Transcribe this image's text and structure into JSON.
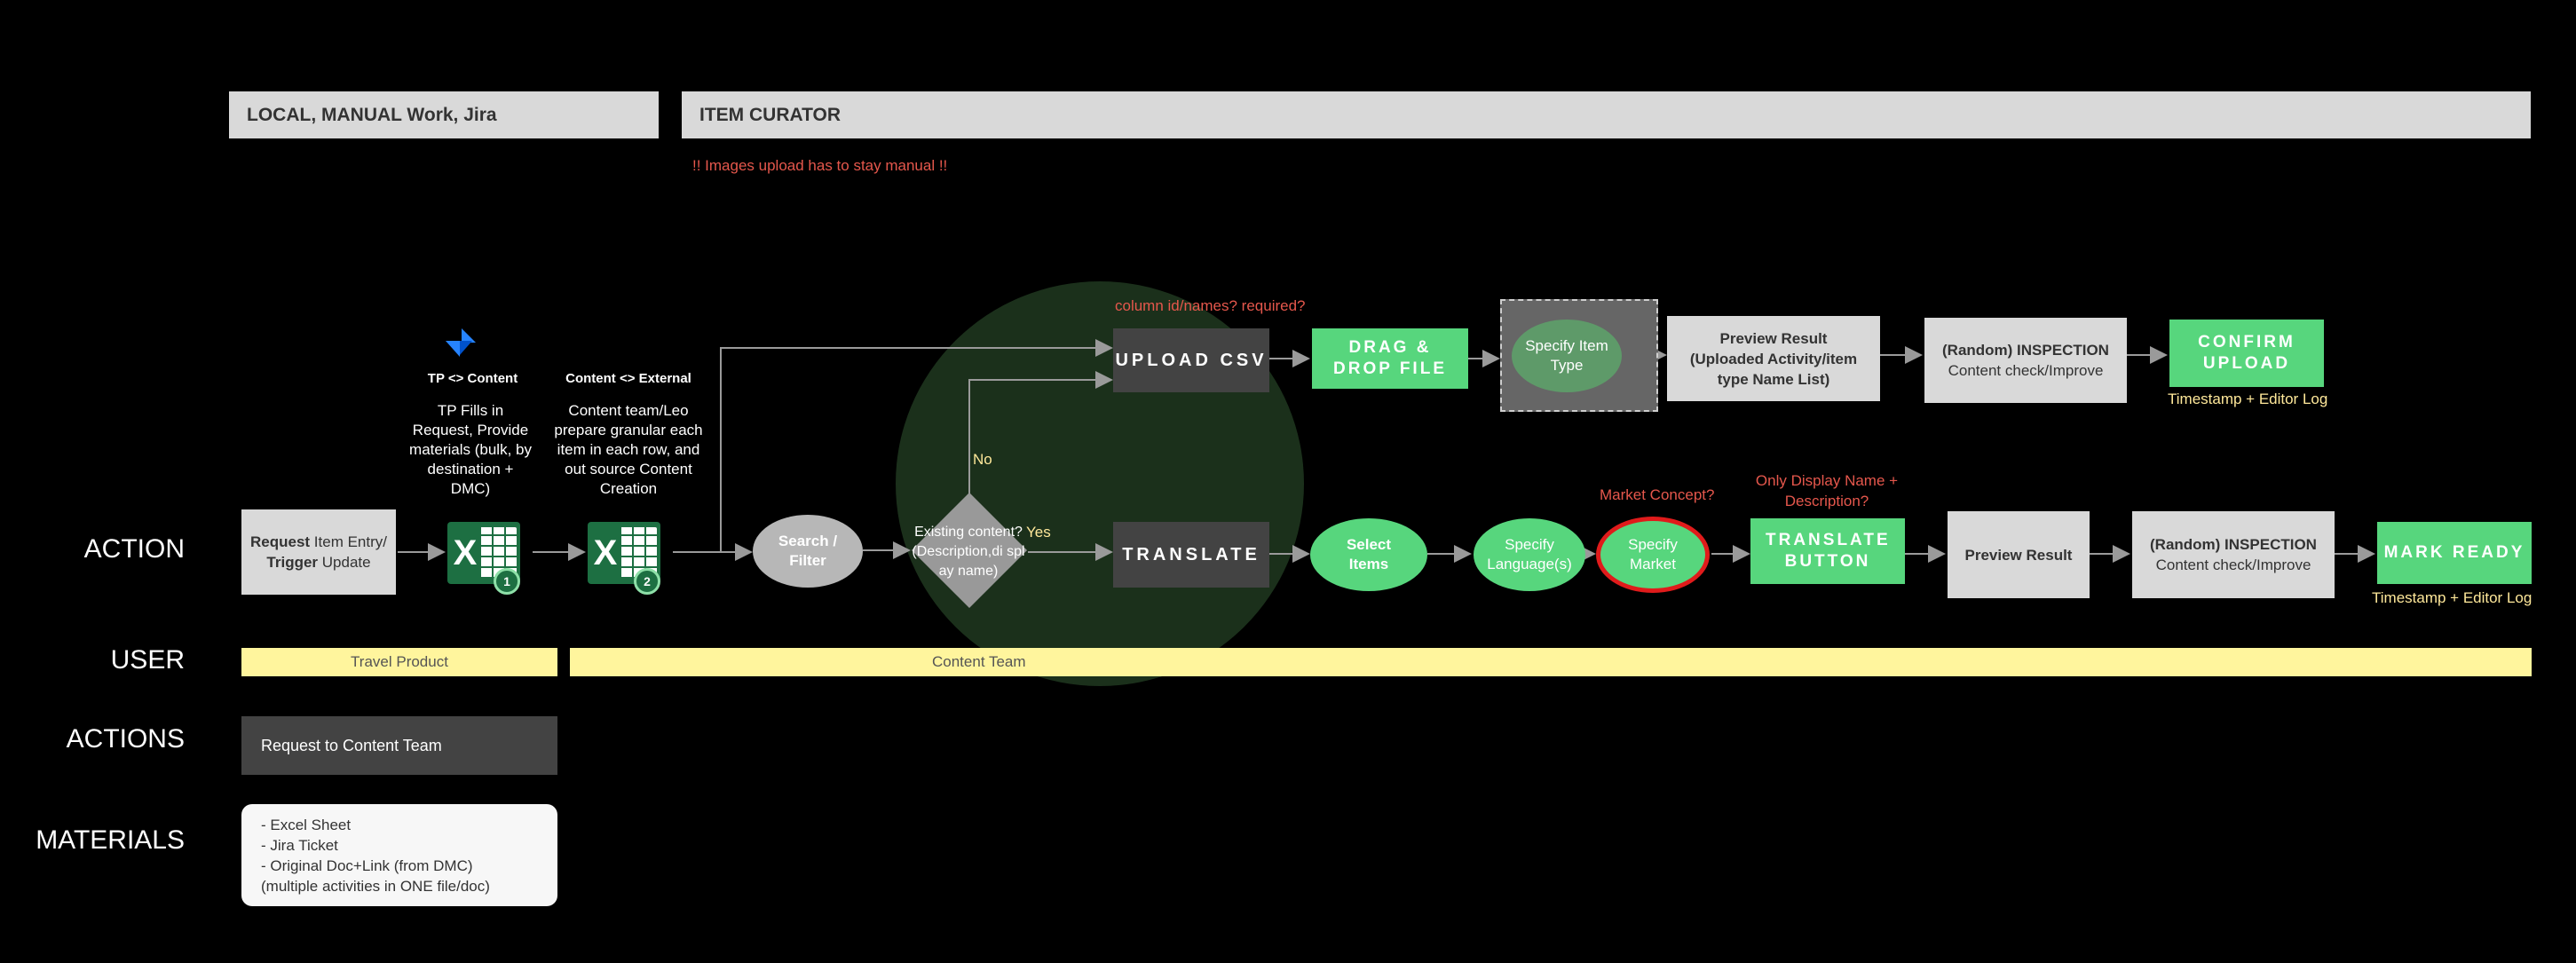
{
  "headers": {
    "local": "LOCAL, MANUAL Work, Jira",
    "curator": "ITEM CURATOR"
  },
  "notes": {
    "images_upload": "!! Images upload has to stay manual !!",
    "column_id": "column id/names? required?",
    "market_concept": "Market Concept?",
    "only_display_1": "Only Display Name +",
    "only_display_2": "Description?",
    "timestamp_upload": "Timestamp + Editor Log",
    "timestamp_ready": "Timestamp + Editor Log"
  },
  "row_labels": {
    "action": "ACTION",
    "user": "USER",
    "actions": "ACTIONS",
    "materials": "MATERIALS"
  },
  "steps": {
    "tp_content_title": "TP <> Content",
    "tp_content_desc": "TP Fills in Request, Provide materials (bulk, by destination + DMC)",
    "content_external_title": "Content <> External",
    "content_external_desc": "Content team/Leo prepare granular  each item in each row, and out source Content Creation",
    "request_bold1": "Request",
    "request_text1": " Item Entry/",
    "request_bold2": "Trigger",
    "request_text2": " Update",
    "excel1_badge": "1",
    "excel2_badge": "2",
    "excel_letter": "X",
    "search_filter": "Search / Filter",
    "existing_content": "Existing content? (Description,di splay name)",
    "no": "No",
    "yes": "Yes",
    "upload_csv": "UPLOAD CSV",
    "drag_drop": "DRAG & DROP FILE",
    "specify_item_type": "Specify Item Type",
    "preview_uploaded_1": "Preview Result",
    "preview_uploaded_2": "(Uploaded Activity/item type Name List)",
    "inspection_upload_1": "(Random) INSPECTION",
    "inspection_upload_2": "Content check/Improve",
    "confirm_upload": "CONFIRM UPLOAD",
    "translate": "TRANSLATE",
    "select_items": "Select Items",
    "specify_languages": "Specify Language(s)",
    "specify_market": "Specify Market",
    "translate_button": "TRANSLATE BUTTON",
    "preview_result": "Preview Result",
    "inspection_translate_1": "(Random) INSPECTION",
    "inspection_translate_2": "Content check/Improve",
    "mark_ready": "MARK READY"
  },
  "users": {
    "travel_product": "Travel Product",
    "content_team": "Content Team"
  },
  "actions": {
    "request": "Request to Content Team"
  },
  "materials": {
    "items": [
      "- Excel Sheet",
      "- Jira Ticket",
      "- Original Doc+Link (from DMC)",
      "(multiple activities in ONE file/doc)"
    ]
  },
  "colors": {
    "green": "#57d67d",
    "dark": "#434343",
    "grey": "#d9d9d9",
    "yellow_bar": "#fff59d",
    "red_note": "#e5574c",
    "excel": "#1d6f42"
  },
  "icons": {
    "jira": "jira-logo-icon",
    "excel": "excel-icon"
  }
}
